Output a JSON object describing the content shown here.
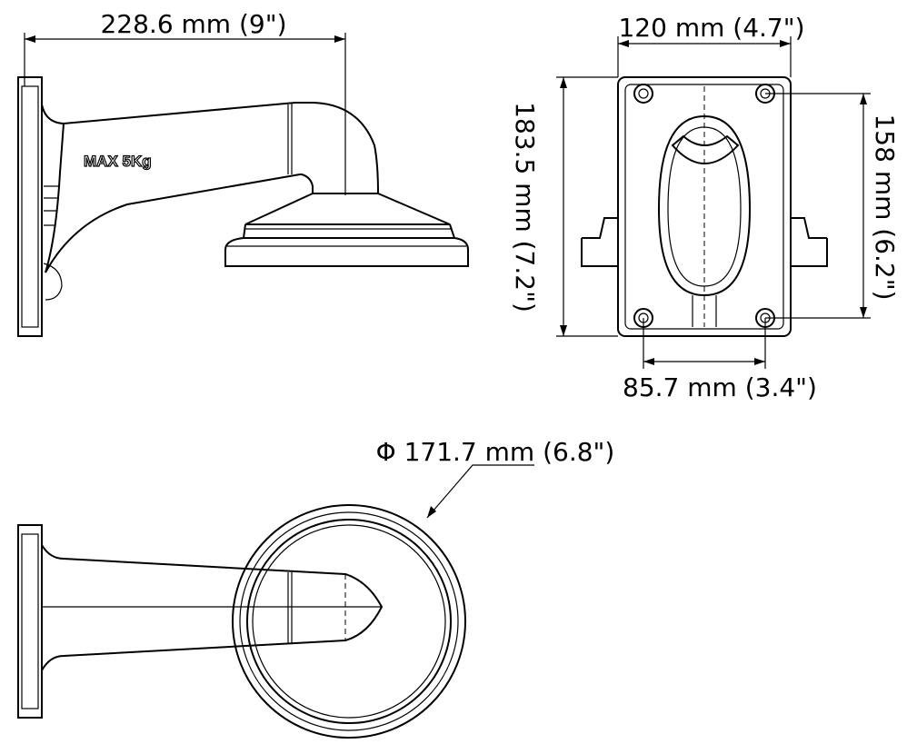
{
  "title": "Wall mount bracket dimension drawing",
  "side_view": {
    "width_dim": "228.6 mm (9\")",
    "load_label": "MAX 5Kg"
  },
  "front_view": {
    "width_dim": "120 mm (4.7\")",
    "height_dim": "183.5 mm (7.2\")",
    "hole_vertical_dim": "158 mm (6.2\")",
    "hole_horizontal_dim": "85.7 mm (3.4\")"
  },
  "top_view": {
    "diameter_dim": "Φ 171.7 mm (6.8\")"
  }
}
